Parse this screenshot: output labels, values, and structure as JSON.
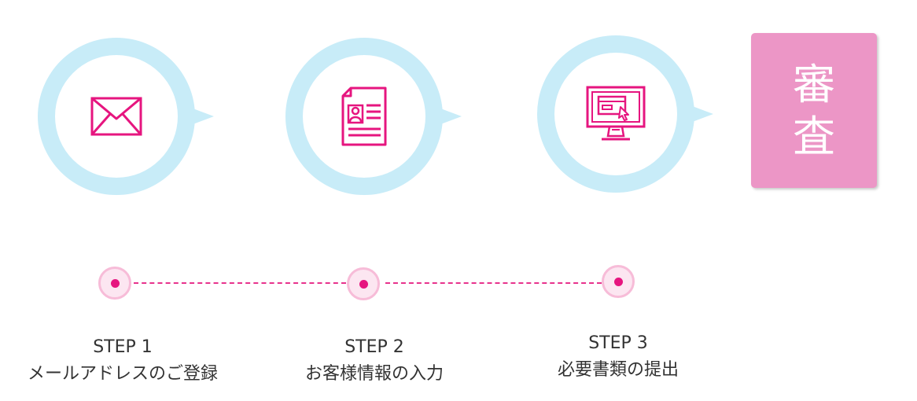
{
  "steps": [
    {
      "step_label": "STEP 1",
      "title": "メールアドレスのご登録",
      "icon": "envelope-icon"
    },
    {
      "step_label": "STEP 2",
      "title": "お客様情報の入力",
      "icon": "profile-document-icon"
    },
    {
      "step_label": "STEP 3",
      "title": "必要書類の提出",
      "icon": "monitor-upload-icon"
    }
  ],
  "review": {
    "line1": "審",
    "line2": "査"
  },
  "colors": {
    "bubble": "#c8ecf8",
    "icon_pink": "#e6157f",
    "review_bg": "#ec96c6",
    "dot_core": "#e6157f",
    "dot_ring": "#f7bcd8",
    "dash": "#e8338d",
    "label_text": "#333333"
  }
}
